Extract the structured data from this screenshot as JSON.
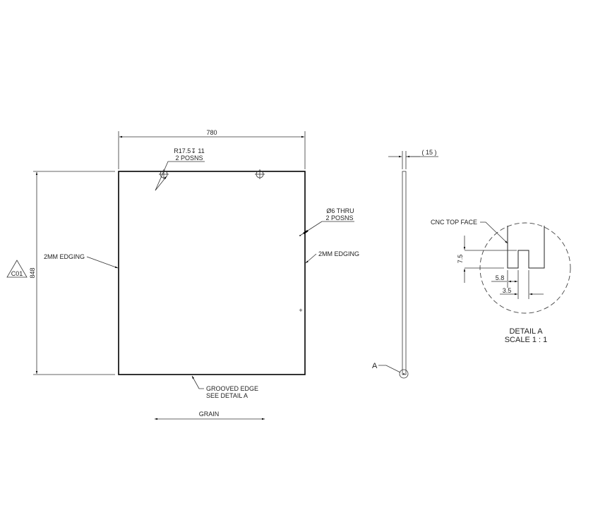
{
  "drawing": {
    "front_view": {
      "width_dim": "780",
      "height_dim": "848",
      "revision_tag": "C01",
      "hole_note_line1": "R17.5↧ 11",
      "hole_note_line2": "2 POSNS",
      "thru_note_line1": "Ø6 THRU",
      "thru_note_line2": "2 POSNS",
      "edging_left": "2MM EDGING",
      "edging_right": "2MM EDGING",
      "grooved_line1": "GROOVED EDGE",
      "grooved_line2": "SEE DETAIL A",
      "grain_label": "GRAIN"
    },
    "side_view": {
      "thickness_dim": "( 15 )",
      "detail_callout": "A"
    },
    "detail_a": {
      "cnc_label": "CNC TOP FACE",
      "depth_dim": "7.5",
      "offset_dim": "5.8",
      "groove_width_dim": "3.5",
      "title_line1": "DETAIL A",
      "title_line2": "SCALE 1 : 1"
    }
  }
}
